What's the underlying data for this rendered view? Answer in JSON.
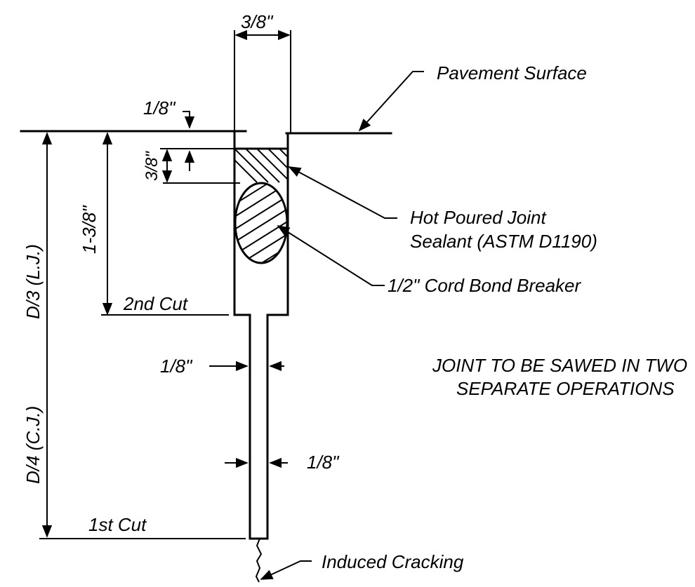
{
  "labels": {
    "top_width": "3/8\"",
    "pavement_surface": "Pavement Surface",
    "recess": "1/8\"",
    "sealant_depth": "3/8\"",
    "reservoir_depth": "1-3/8\"",
    "sealant_line1": "Hot Poured Joint",
    "sealant_line2": "Sealant (ASTM D1190)",
    "cord": "1/2\" Cord Bond Breaker",
    "second_cut": "2nd Cut",
    "first_cut": "1st Cut",
    "lj_depth": "D/3 (L.J.)",
    "cj_depth": "D/4 (C.J.)",
    "slot_width_upper": "1/8\"",
    "slot_width_lower": "1/8\"",
    "note_line1": "JOINT TO BE SAWED IN TWO",
    "note_line2": "SEPARATE OPERATIONS",
    "induced_cracking": "Induced Cracking"
  }
}
